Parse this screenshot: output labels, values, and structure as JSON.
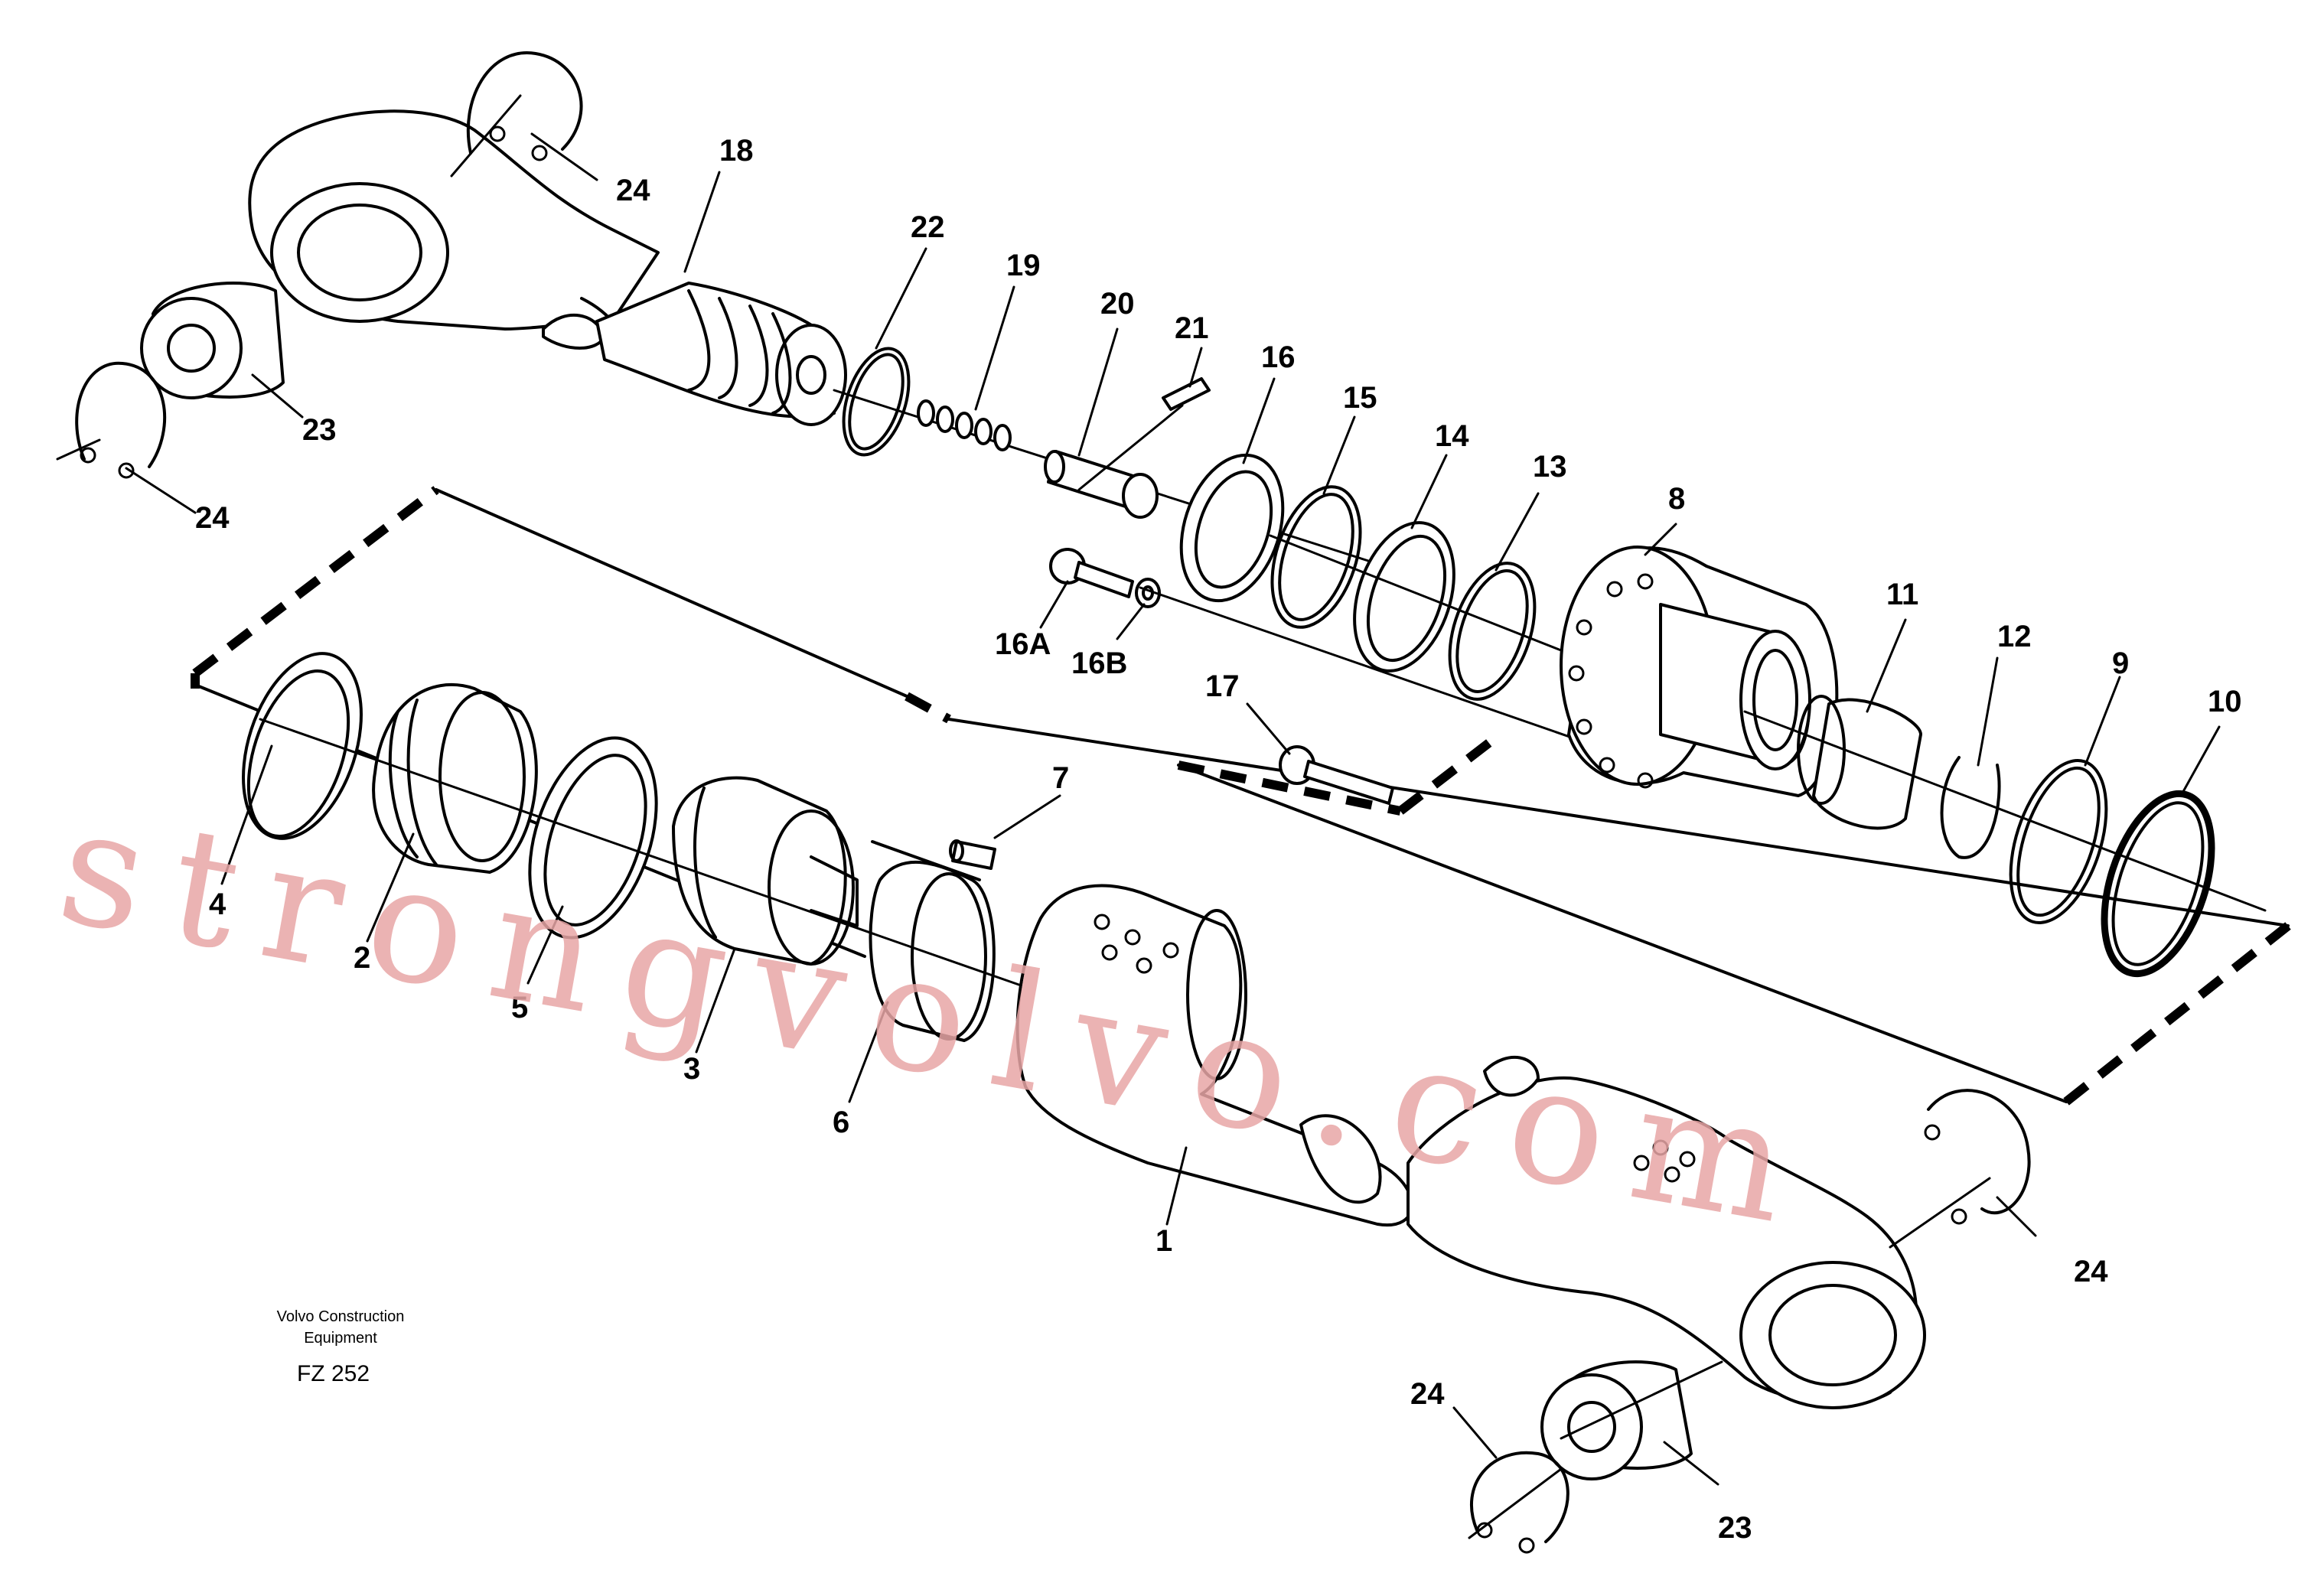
{
  "watermark": "strongvolvo.com",
  "caption": {
    "line1": "Volvo Construction",
    "line2": "Equipment",
    "figure_code": "FZ 252"
  },
  "callouts": [
    {
      "id": "c24a",
      "text": "24"
    },
    {
      "id": "c24b",
      "text": "24"
    },
    {
      "id": "c24c",
      "text": "24"
    },
    {
      "id": "c24d",
      "text": "24"
    },
    {
      "id": "c23a",
      "text": "23"
    },
    {
      "id": "c23b",
      "text": "23"
    },
    {
      "id": "c18",
      "text": "18"
    },
    {
      "id": "c22",
      "text": "22"
    },
    {
      "id": "c19",
      "text": "19"
    },
    {
      "id": "c20",
      "text": "20"
    },
    {
      "id": "c21",
      "text": "21"
    },
    {
      "id": "c16",
      "text": "16"
    },
    {
      "id": "c15",
      "text": "15"
    },
    {
      "id": "c14",
      "text": "14"
    },
    {
      "id": "c13",
      "text": "13"
    },
    {
      "id": "c8",
      "text": "8"
    },
    {
      "id": "c16A",
      "text": "16A"
    },
    {
      "id": "c16B",
      "text": "16B"
    },
    {
      "id": "c17",
      "text": "17"
    },
    {
      "id": "c11",
      "text": "11"
    },
    {
      "id": "c12",
      "text": "12"
    },
    {
      "id": "c9",
      "text": "9"
    },
    {
      "id": "c10",
      "text": "10"
    },
    {
      "id": "c7",
      "text": "7"
    },
    {
      "id": "c4",
      "text": "4"
    },
    {
      "id": "c2",
      "text": "2"
    },
    {
      "id": "c5",
      "text": "5"
    },
    {
      "id": "c3",
      "text": "3"
    },
    {
      "id": "c6",
      "text": "6"
    },
    {
      "id": "c1",
      "text": "1"
    }
  ]
}
